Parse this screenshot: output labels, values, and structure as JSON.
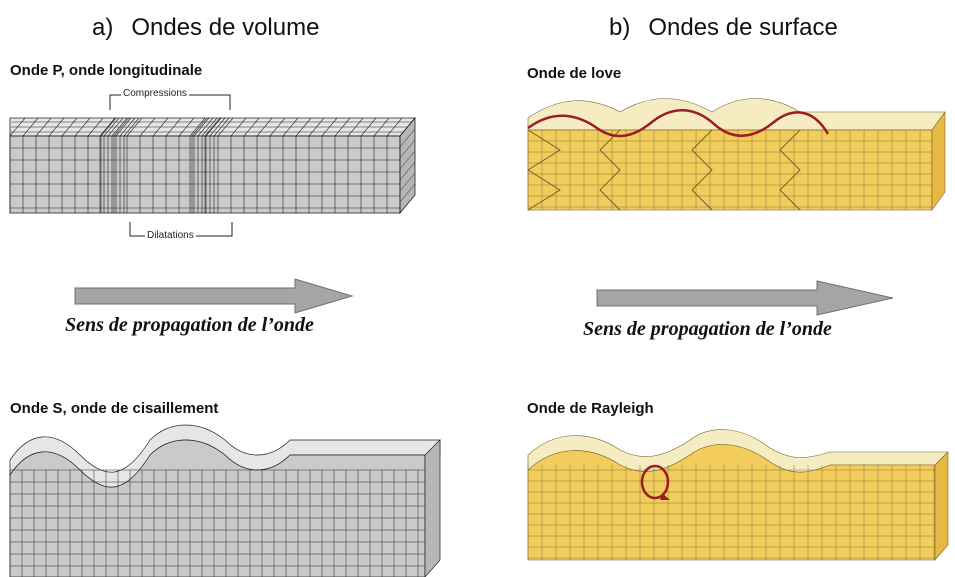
{
  "headers": {
    "volume": {
      "letter": "a)",
      "text": "Ondes de volume"
    },
    "surface": {
      "letter": "b)",
      "text": "Ondes de surface"
    }
  },
  "panels": {
    "p_wave": {
      "title": "Onde P, onde longitudinale",
      "compressions": "Compressions",
      "dilatations": "Dilatations"
    },
    "love_wave": {
      "title": "Onde de love"
    },
    "s_wave": {
      "title": "Onde S, onde de cisaillement"
    },
    "rayleigh_wave": {
      "title": "Onde de Rayleigh"
    }
  },
  "arrows": {
    "left_caption": "Sens de propagation de l’onde",
    "right_caption": "Sens de propagation de l’onde"
  },
  "colors": {
    "grey_block": "#c9cbc9",
    "grey_top": "#e6e6e4",
    "yellow_block": "#f2cd5c",
    "yellow_top": "#f6ecc2",
    "wave_red": "#9c1c24",
    "arrow_fill": "#a3a6a3"
  }
}
